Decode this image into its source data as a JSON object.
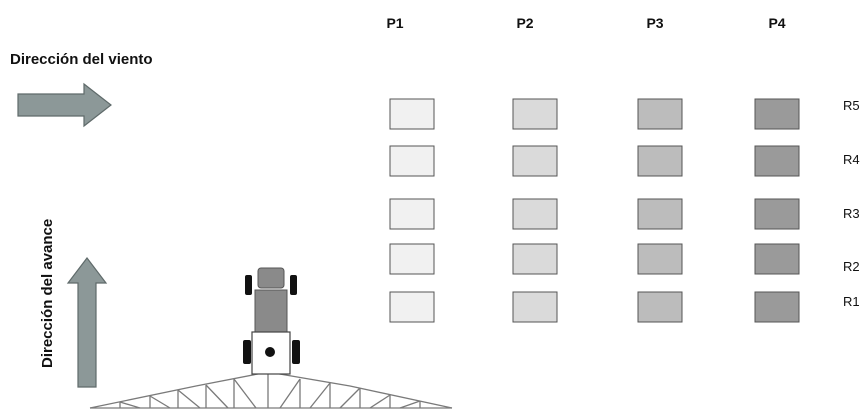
{
  "wind_label": "Dirección del viento",
  "advance_label": "Dirección del avance",
  "columns": [
    "P1",
    "P2",
    "P3",
    "P4"
  ],
  "rows": [
    "R5",
    "R4",
    "R3",
    "R2",
    "R1"
  ],
  "column_fills": [
    "#f1f1f1",
    "#dadada",
    "#bcbcbc",
    "#9a9a9a"
  ],
  "arrow_fill": "#8c9898",
  "tractor_body_color": "#8a8a8a"
}
